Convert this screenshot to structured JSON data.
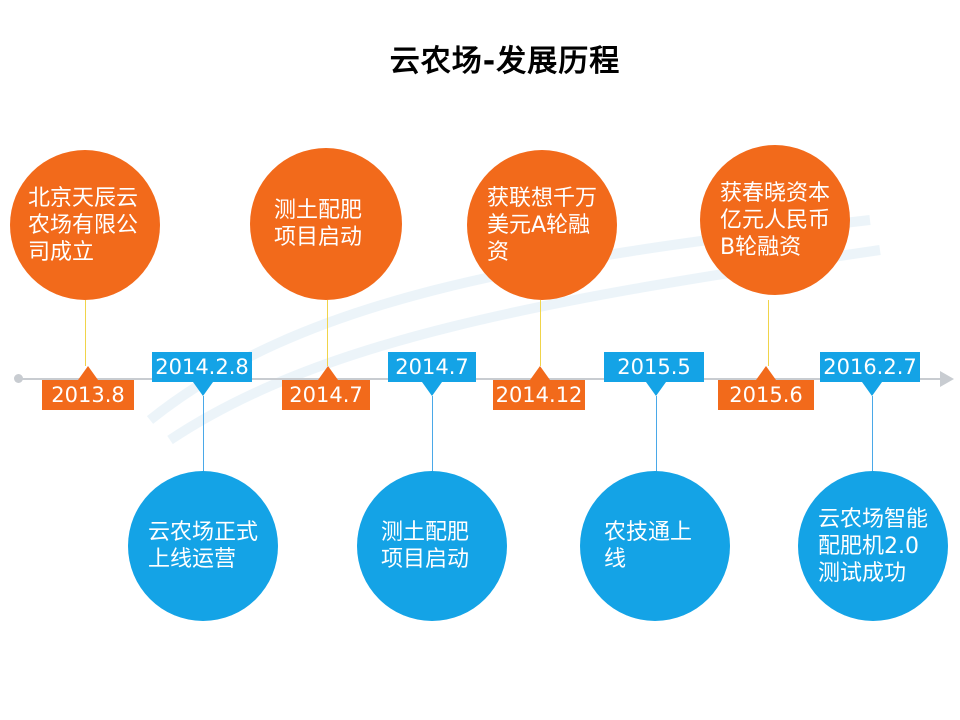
{
  "title": "云农场-发展历程",
  "milestones_top": [
    {
      "date": "2013.8",
      "text": "北京天辰云农场有限公司成立"
    },
    {
      "date": "2014.7",
      "text": "测土配肥项目启动"
    },
    {
      "date": "2014.12",
      "text": "获联想千万美元A轮融资"
    },
    {
      "date": "2015.6",
      "text": "获春晓资本亿元人民币B轮融资"
    }
  ],
  "milestones_bottom": [
    {
      "date": "2014.2.8",
      "text": "云农场正式上线运营"
    },
    {
      "date": "2014.7",
      "text": "测土配肥项目启动"
    },
    {
      "date": "2015.5",
      "text": "农技通上线"
    },
    {
      "date": "2016.2.7",
      "text": "云农场智能配肥机2.0测试成功"
    }
  ],
  "colors": {
    "orange": "#f26a1b",
    "blue": "#14a3e6",
    "axis": "#c8ccd1"
  }
}
